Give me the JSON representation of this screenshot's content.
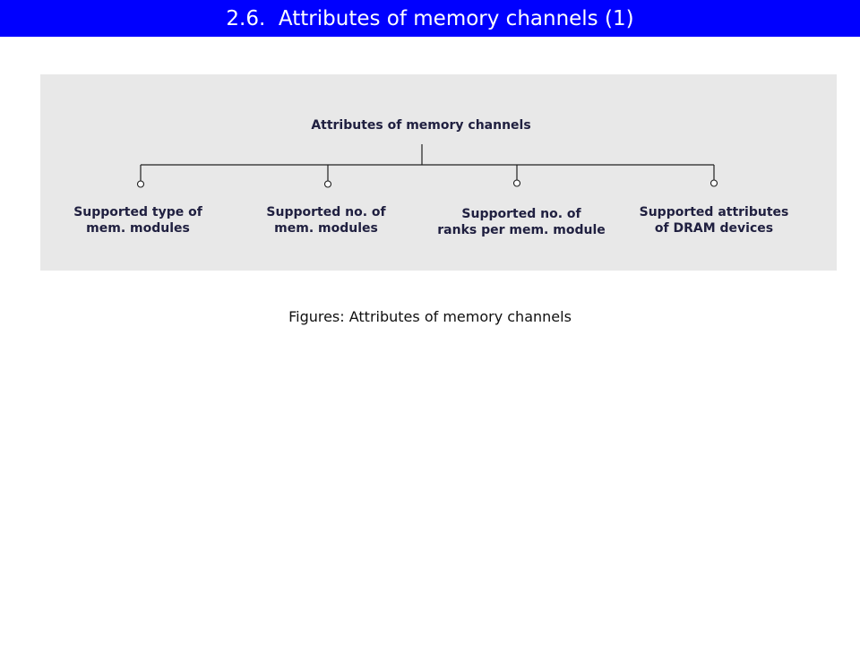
{
  "slide": {
    "title": "2.6.  Attributes of memory channels (1)",
    "title_bar_color": "#0000ff"
  },
  "diagram": {
    "root": "Attributes of memory channels",
    "children": [
      {
        "line1": "Supported type of",
        "line2": "mem. modules"
      },
      {
        "line1": "Supported no. of",
        "line2": "mem. modules"
      },
      {
        "line1": "Supported no. of",
        "line2": "ranks per mem. module"
      },
      {
        "line1": "Supported attributes",
        "line2": "of DRAM devices"
      }
    ],
    "panel_color": "#e8e8e8"
  },
  "caption": "Figures: Attributes of memory channels"
}
